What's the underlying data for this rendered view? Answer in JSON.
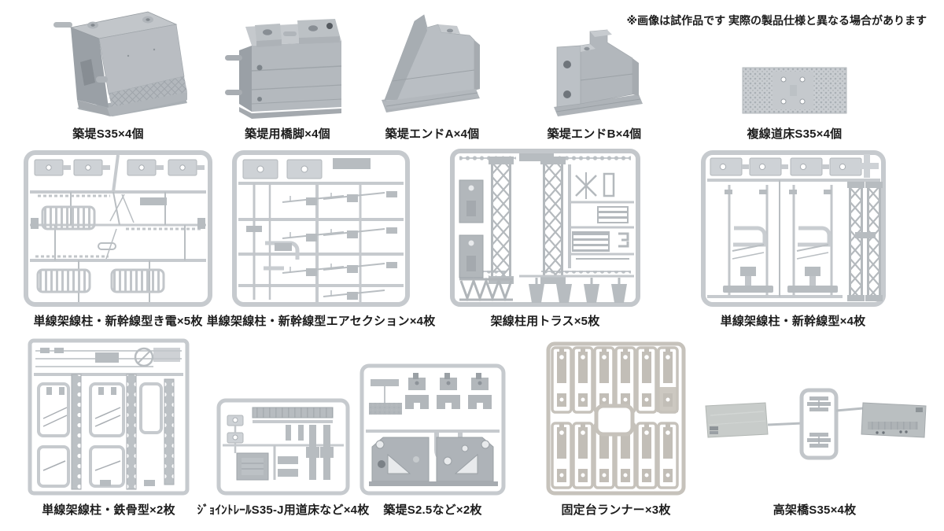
{
  "disclaimer": "※画像は試作品です 実際の製品仕様と異なる場合があります",
  "colors": {
    "background": "#ffffff",
    "label_text": "#1c1c1c",
    "plastic_gray": "#b8bdc1",
    "plastic_light": "#cbcfd3",
    "plastic_dark": "#9aa0a6",
    "sprue_gray": "#c6cace",
    "fixing_runner_beige": "#c6c2bb"
  },
  "parts": {
    "embankment_s35": {
      "label": "築堤S35×4個"
    },
    "pier": {
      "label": "築堤用橋脚×4個"
    },
    "end_a": {
      "label": "築堤エンドA×4個"
    },
    "end_b": {
      "label": "築堤エンドB×4個"
    },
    "double_track_roadbed": {
      "label": "複線道床S35×4個"
    },
    "catenary_feeder": {
      "label": "単線架線柱・新幹線型き電×5枚"
    },
    "catenary_air_section": {
      "label": "単線架線柱・新幹線型エアセクション×4枚"
    },
    "catenary_truss": {
      "label": "架線柱用トラス×5枚"
    },
    "catenary_shinkansen": {
      "label": "単線架線柱・新幹線型×4枚"
    },
    "catenary_steel": {
      "label": "単線架線柱・鉄骨型×2枚"
    },
    "joint_rail_roadbed": {
      "label": "ｼﾞｮｲﾝﾄﾚｰﾙS35-J用道床など×4枚"
    },
    "embankment_s25": {
      "label": "築堤S2.5など×2枚"
    },
    "fixing_base_runner": {
      "label": "固定台ランナー×3枚"
    },
    "viaduct_s35": {
      "label": "高架橋S35×4枚"
    }
  }
}
